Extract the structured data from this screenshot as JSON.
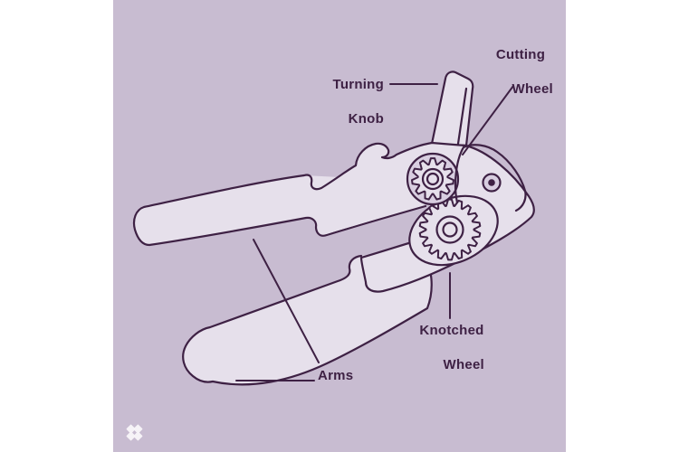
{
  "illustration": {
    "subject": "manual can opener diagram",
    "labels": {
      "turning_knob": {
        "line1": "Turning",
        "line2": "Knob"
      },
      "cutting_wheel": {
        "line1": "Cutting",
        "line2": "Wheel"
      },
      "knotched_wheel": {
        "line1": "Knotched",
        "line2": "Wheel"
      },
      "arms": {
        "line1": "Arms"
      }
    },
    "colors": {
      "panel_background": "#c8bcd1",
      "tool_fill": "#e6e0eb",
      "tool_shade": "#d8cee0",
      "outline": "#3e2144",
      "text": "#3e2144",
      "logo": "#f6f3f7",
      "page_background": "#ffffff"
    },
    "logo": {
      "name": "four-petal-logo"
    }
  }
}
